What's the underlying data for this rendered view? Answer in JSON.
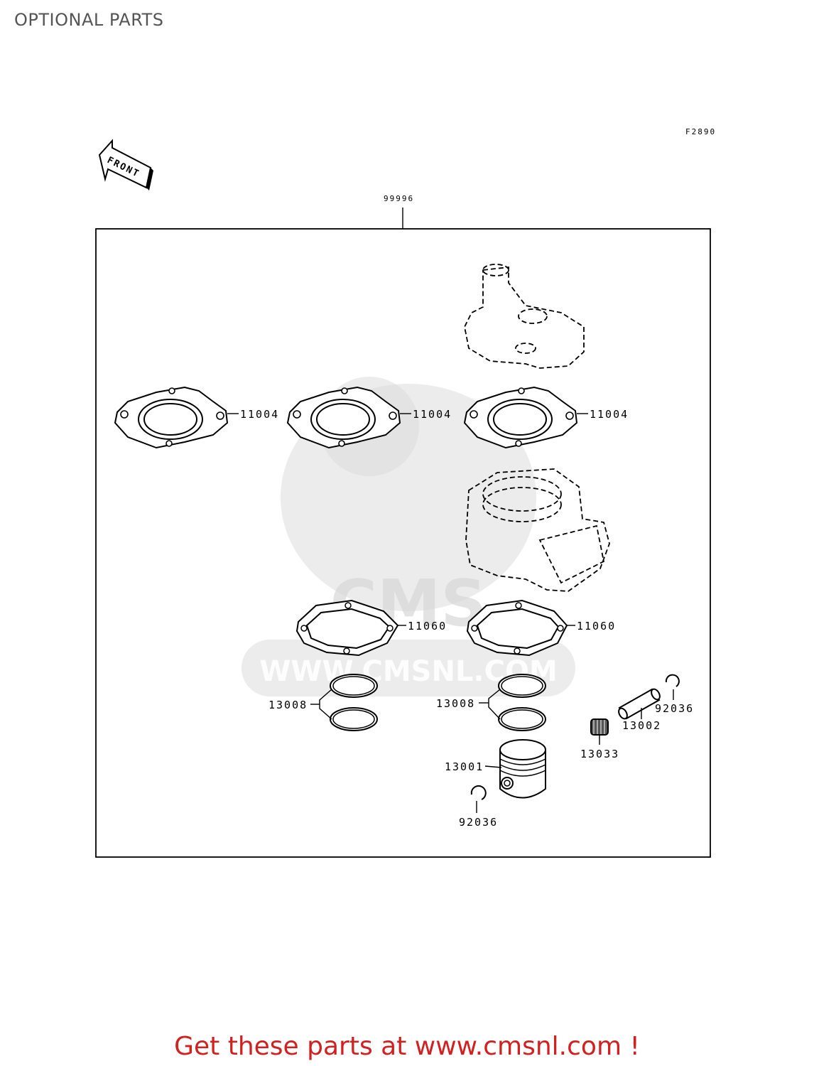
{
  "page": {
    "title": "OPTIONAL PARTS"
  },
  "diagram": {
    "figure_code": "F2890",
    "front_arrow_text": "FRONT",
    "assembly_label": "99996",
    "callouts": {
      "head_gasket_1": "11004",
      "head_gasket_2": "11004",
      "head_gasket_3": "11004",
      "base_gasket_1": "11060",
      "base_gasket_2": "11060",
      "ring_set_1": "13008",
      "ring_set_2": "13008",
      "piston": "13001",
      "piston_pin": "13002",
      "needle_bearing": "13033",
      "circlip_1": "92036",
      "circlip_2": "92036"
    },
    "watermark": {
      "site": "WWW.CMSNL.COM",
      "brand": "CMS"
    }
  },
  "footer": {
    "text": "Get these parts at www.cmsnl.com !",
    "color": "#d21f1f"
  }
}
